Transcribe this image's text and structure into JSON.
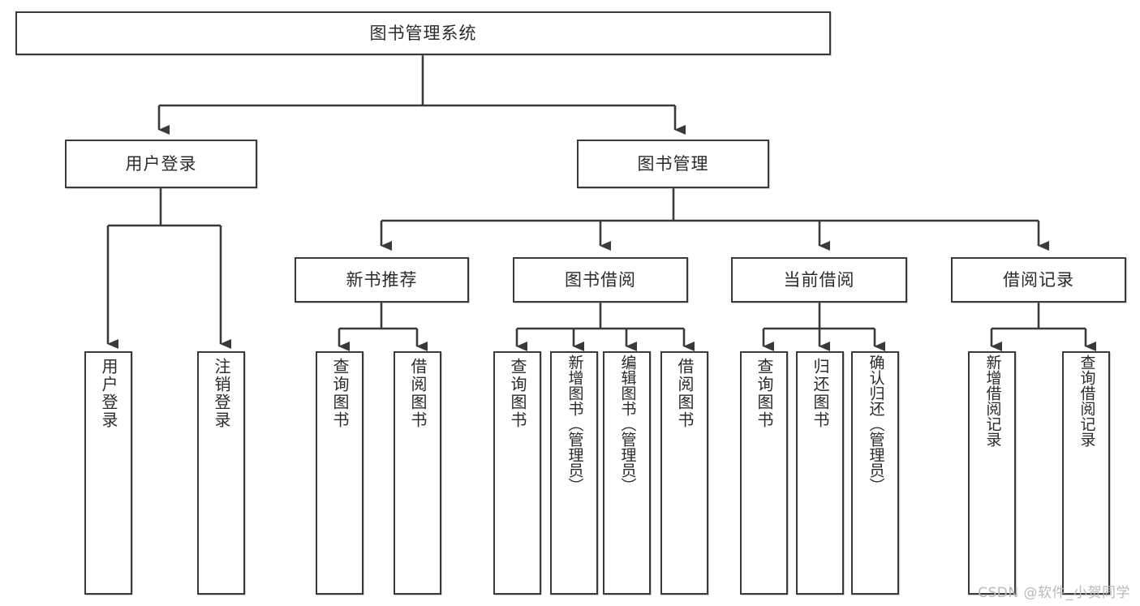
{
  "diagram": {
    "type": "tree",
    "title": "图书管理系统",
    "watermark": "CSDN @软件_小贺同学",
    "colors": {
      "box_border": "#3a3a3a",
      "box_fill": "#ffffff",
      "edge": "#3a3a3a",
      "text": "#2b2b2b",
      "watermark": "#b9b9b9",
      "background": "#ffffff"
    },
    "levels": {
      "level1": [
        {
          "id": "root",
          "label": "图书管理系统"
        }
      ],
      "level2": [
        {
          "id": "user-login",
          "label": "用户登录",
          "parent": "root"
        },
        {
          "id": "book-manage",
          "label": "图书管理",
          "parent": "root"
        }
      ],
      "level3": [
        {
          "id": "new-book-rec",
          "label": "新书推荐",
          "parent": "book-manage"
        },
        {
          "id": "book-borrow",
          "label": "图书借阅",
          "parent": "book-manage"
        },
        {
          "id": "current-borrow",
          "label": "当前借阅",
          "parent": "book-manage"
        },
        {
          "id": "borrow-record",
          "label": "借阅记录",
          "parent": "book-manage"
        }
      ],
      "leaves": [
        {
          "id": "leaf-user-login",
          "label": "用户登录",
          "parent": "user-login"
        },
        {
          "id": "leaf-logout",
          "label": "注销登录",
          "parent": "user-login"
        },
        {
          "id": "leaf-query-book-1",
          "label": "查询图书",
          "parent": "new-book-rec"
        },
        {
          "id": "leaf-borrow-book-1",
          "label": "借阅图书",
          "parent": "new-book-rec"
        },
        {
          "id": "leaf-query-book-2",
          "label": "查询图书",
          "parent": "book-borrow"
        },
        {
          "id": "leaf-add-book",
          "label": "新增图书（管理员）",
          "parent": "book-borrow"
        },
        {
          "id": "leaf-edit-book",
          "label": "编辑图书（管理员）",
          "parent": "book-borrow"
        },
        {
          "id": "leaf-borrow-book-2",
          "label": "借阅图书",
          "parent": "book-borrow"
        },
        {
          "id": "leaf-query-book-3",
          "label": "查询图书",
          "parent": "current-borrow"
        },
        {
          "id": "leaf-return-book",
          "label": "归还图书",
          "parent": "current-borrow"
        },
        {
          "id": "leaf-confirm-return",
          "label": "确认归还（管理员）",
          "parent": "current-borrow"
        },
        {
          "id": "leaf-add-record",
          "label": "新增借阅记录",
          "parent": "borrow-record"
        },
        {
          "id": "leaf-query-record",
          "label": "查询借阅记录",
          "parent": "borrow-record"
        }
      ]
    }
  }
}
